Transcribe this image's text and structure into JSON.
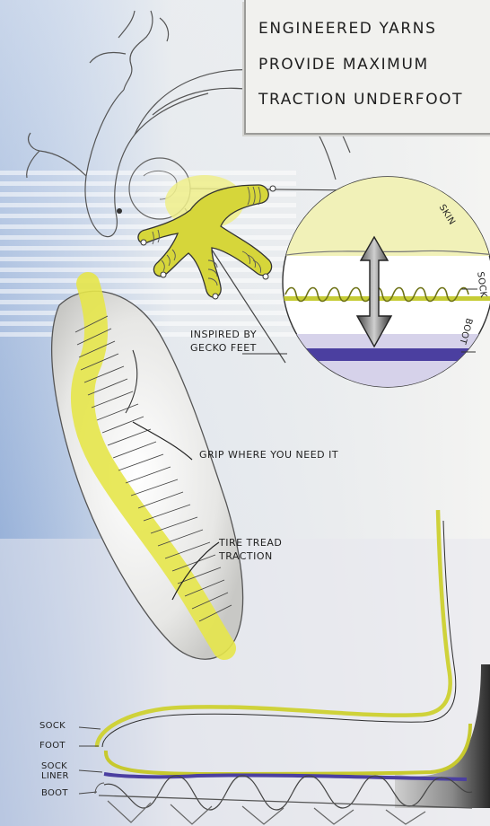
{
  "callout": {
    "lines": [
      "ENGINEERED YARNS",
      "PROVIDE MAXIMUM",
      "TRACTION UNDERFOOT"
    ]
  },
  "captions": {
    "gecko": [
      "INSPIRED BY",
      "GECKO FEET"
    ],
    "grip": "GRIP WHERE YOU NEED IT",
    "tread": [
      "TIRE TREAD",
      "TRACTION"
    ]
  },
  "detail_labels": {
    "skin": "SKIN",
    "sock": "SOCK",
    "boot": "BOOT"
  },
  "layer_labels": {
    "sock": "SOCK",
    "foot": "FOOT",
    "sock_liner": [
      "SOCK",
      "LINER"
    ],
    "boot": "BOOT"
  },
  "colors": {
    "highlighter_yellow": "#e6e54a",
    "yarn_green": "#b9c21d",
    "liner_purple": "#4b3fa0",
    "ink": "#222222"
  }
}
